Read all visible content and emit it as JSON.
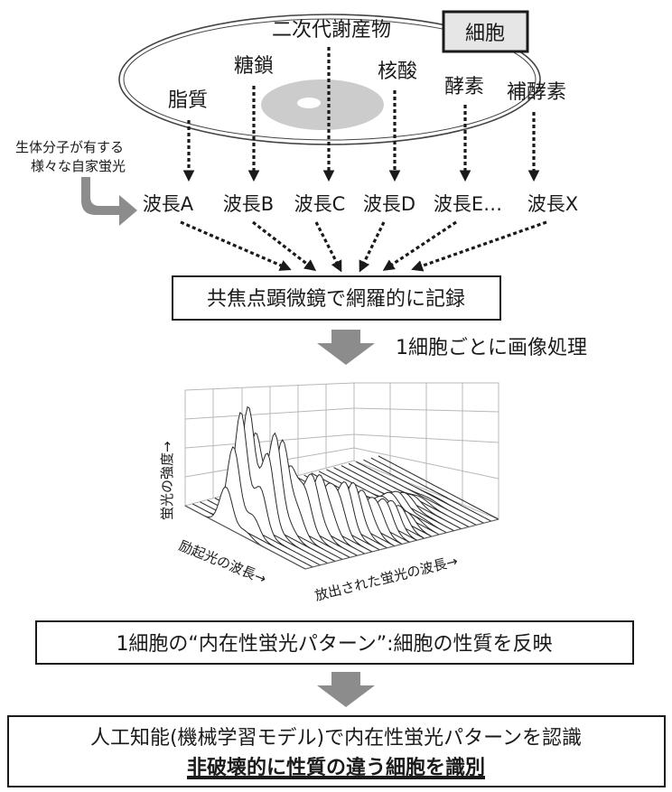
{
  "cell": {
    "title": "細胞",
    "molecules": [
      "脂質",
      "糖鎖",
      "二次代謝産物",
      "核酸",
      "酵素",
      "補酵素"
    ]
  },
  "autofluor_note": [
    "生体分子が有する",
    "様々な自家蛍光"
  ],
  "wavelengths": [
    "波長A",
    "波長B",
    "波長C",
    "波長D",
    "波長E…",
    "波長X"
  ],
  "record_box": "共焦点顕微鏡で網羅的に記録",
  "process_label": "1細胞ごとに画像処理",
  "plot": {
    "z_axis": "蛍光の強度→",
    "x_axis": "励起光の波長→",
    "y_axis": "放出された蛍光の波長→"
  },
  "pattern_box": "1細胞の“内在性蛍光パターン”:細胞の性質を反映",
  "final_box": {
    "line1": "人工知能(機械学習モデル)で内在性蛍光パターンを認識",
    "line2": "非破壊的に性質の違う細胞を識別"
  },
  "colors": {
    "arrow_gray": "#8c8c8c",
    "nucleus_gray": "#cccccc",
    "title_box_fill": "#e6e6e6"
  }
}
